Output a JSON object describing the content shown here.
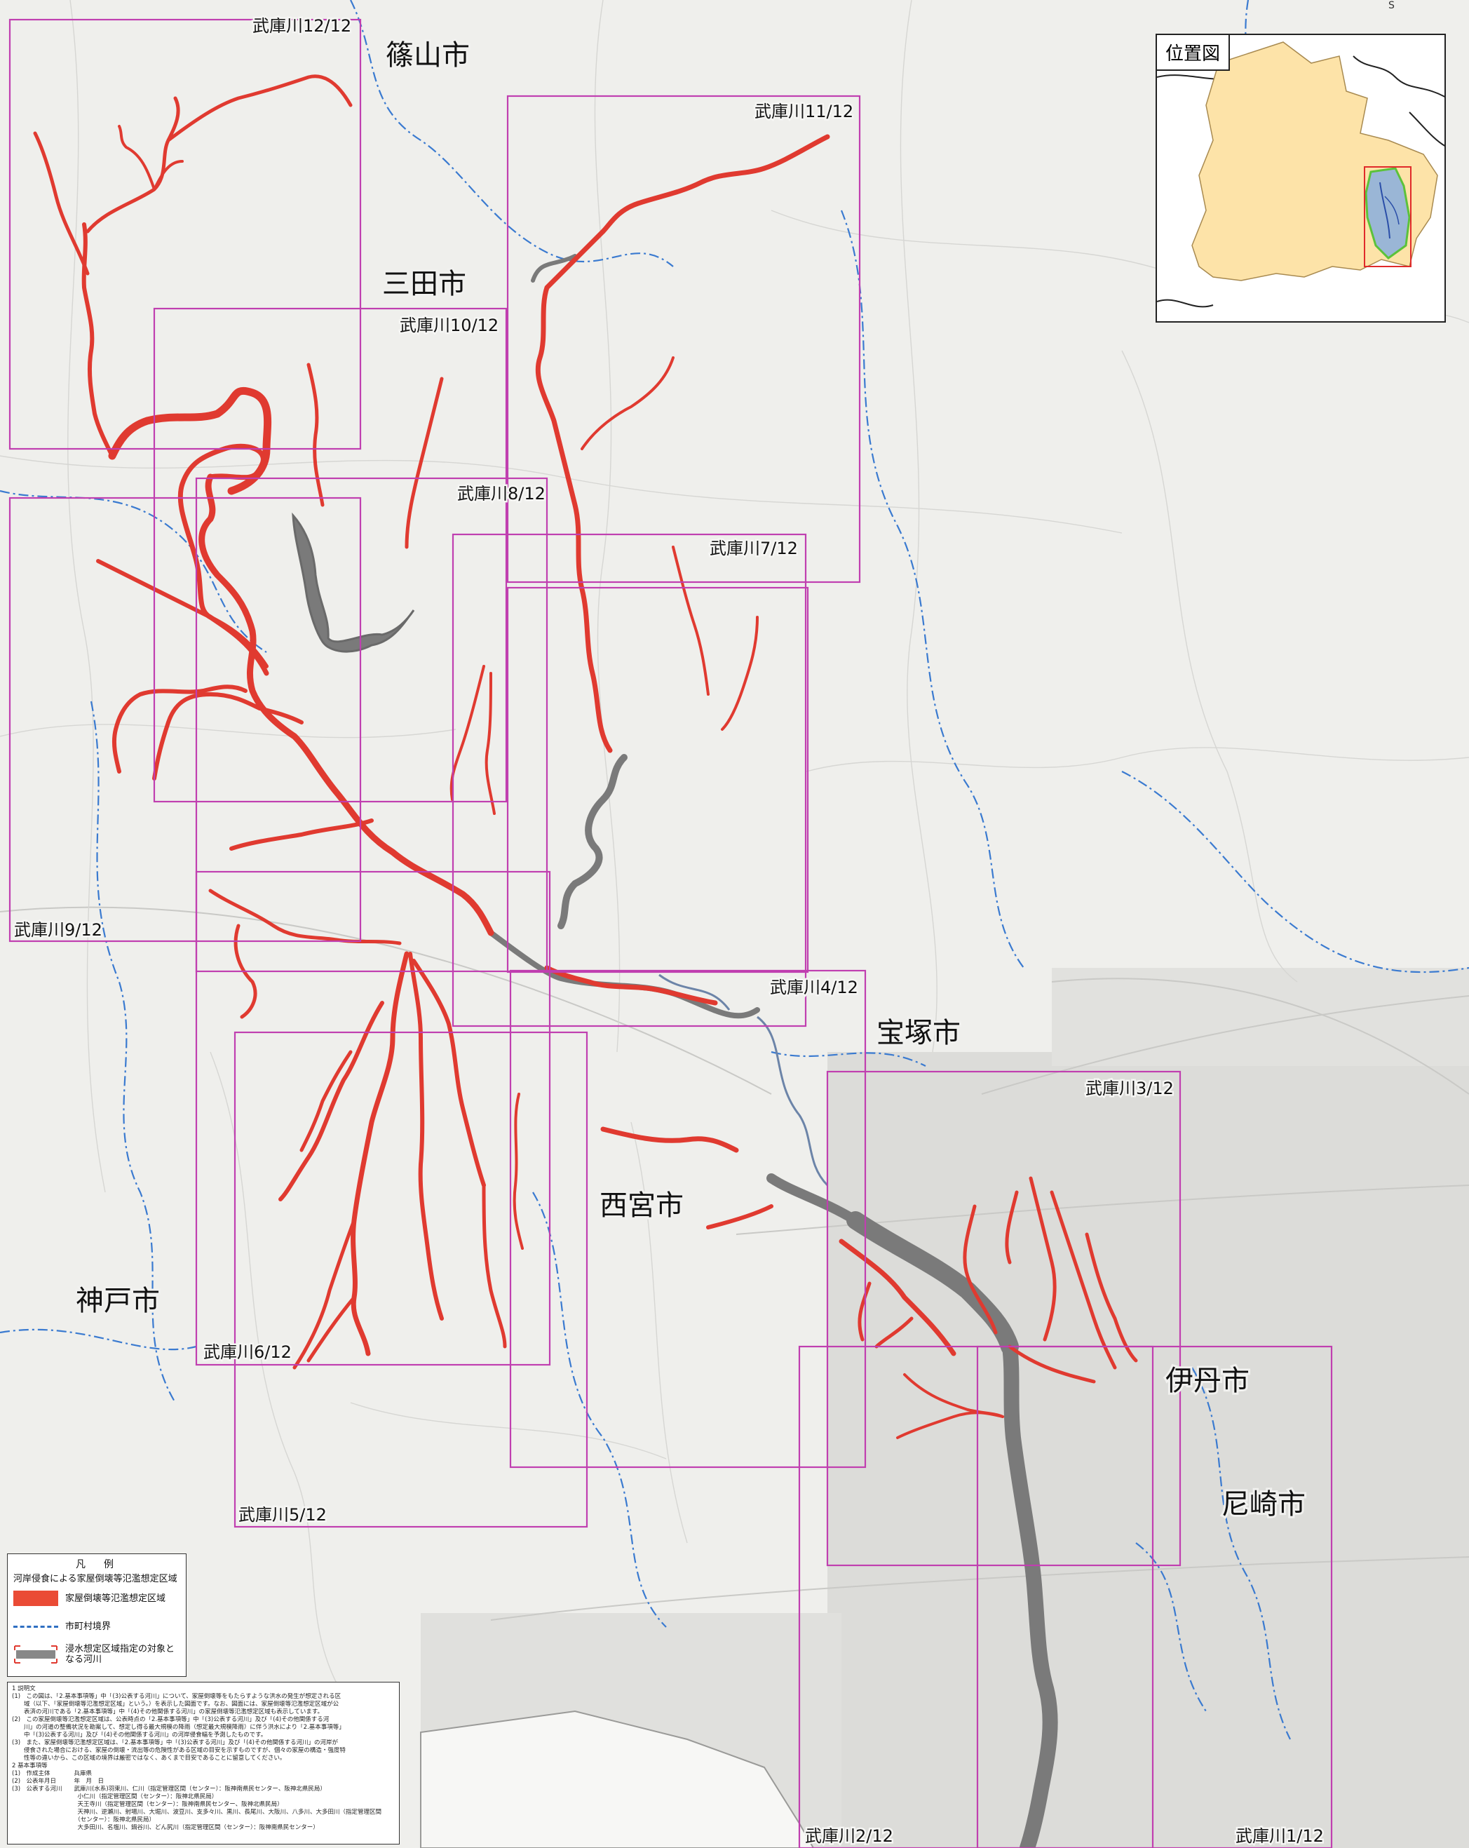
{
  "map": {
    "cities": [
      {
        "id": "sasayama",
        "name": "篠山市"
      },
      {
        "id": "sanda",
        "name": "三田市"
      },
      {
        "id": "takarazuka",
        "name": "宝塚市"
      },
      {
        "id": "nishinomiya",
        "name": "西宮市"
      },
      {
        "id": "kobe",
        "name": "神戸市"
      },
      {
        "id": "itami",
        "name": "伊丹市"
      },
      {
        "id": "amagasaki",
        "name": "尼崎市"
      }
    ],
    "sheets": [
      "武庫川1/12",
      "武庫川2/12",
      "武庫川3/12",
      "武庫川4/12",
      "武庫川5/12",
      "武庫川6/12",
      "武庫川7/12",
      "武庫川8/12",
      "武庫川9/12",
      "武庫川10/12",
      "武庫川11/12",
      "武庫川12/12"
    ],
    "colors": {
      "flood_area": "#e03a30",
      "sheet_frame": "#c03fb0",
      "boundary": "#3a7ad0",
      "designated_river": "#7a7a7a",
      "prefecture_fill": "#fde3a8",
      "watershed": "#5cc23a"
    }
  },
  "inset": {
    "title": "位置図"
  },
  "compass": {
    "label": "S"
  },
  "legend": {
    "title": "凡　例",
    "subtitle": "河岸侵食による家屋倒壊等氾濫想定区域",
    "items": [
      {
        "label": "家屋倒壊等氾濫想定区域",
        "color": "#ea4b35"
      },
      {
        "label": "市町村境界",
        "color": "#2f6fc2"
      },
      {
        "label": "浸水想定区域指定の対象となる河川",
        "color": "#888888"
      }
    ]
  },
  "notes": {
    "lines": [
      "1 説明文",
      "(1)　この図は、「2.基本事項等」中「(3)公表する河川」について、家屋倒壊等をもたらすような洪水の発生が想定される区",
      "　　域（以下、「家屋倒壊等氾濫想定区域」という。）を表示した図面です。なお、図面には、家屋倒壊等氾濫想定区域が公",
      "　　表済の河川である「2.基本事項等」中「(4)その他関係する河川」の家屋倒壊等氾濫想定区域も表示しています。",
      "(2)　この家屋倒壊等氾濫想定区域は、公表時点の「2.基本事項等」中「(3)公表する河川」及び「(4)その他関係する河",
      "　　川」の河道の整備状況を勘案して、想定し得る最大規模の降雨（想定最大規模降雨）に伴う洪水により「2.基本事項等」",
      "　　中「(3)公表する河川」及び「(4)その他関係する河川」の河岸侵食幅を予測したものです。",
      "(3)　また、家屋倒壊等氾濫想定区域は、「2.基本事項等」中「(3)公表する河川」及び「(4)その他関係する河川」の河岸が",
      "　　侵食された場合における、家屋の倒壊・流出等の危険性がある区域の目安を示すものですが、個々の家屋の構造・強度特",
      "　　性等の違いから、この区域の境界は厳密ではなく、あくまで目安であることに留意してください。",
      "2 基本事項等",
      "(1)　作成主体　　　　兵庫県",
      "(2)　公表年月日　　　年　月　日",
      "(3)　公表する河川　　武庫川(水系)羽束川、仁川（指定管理区間（センター）：阪神南県民センター、阪神北県民局）",
      "　　　　　　　　　　　小仁川（指定管理区間（センター）：阪神北県民局）",
      "　　　　　　　　　　　天王寺川（指定管理区間（センター）：阪神南県民センター、阪神北県民局）",
      "　　　　　　　　　　　天神川、逆瀬川、射場川、大堀川、波豆川、支多々川、黒川、長尾川、大阪川、八多川、大多田川（指定管理区間",
      "　　　　　　　　　　　（センター）：阪神北県民局）",
      "　　　　　　　　　　　大多田川、名塩川、鍋谷川、どん尻川（指定管理区間（センター）：阪神南県民センター）"
    ]
  }
}
